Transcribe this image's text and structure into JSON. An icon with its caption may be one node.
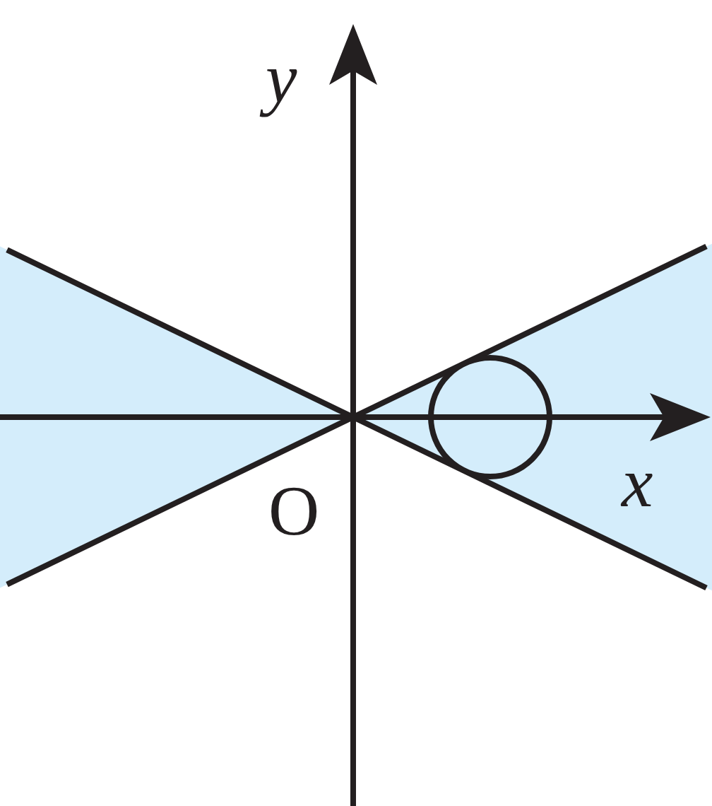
{
  "diagram": {
    "nodes": [
      {
        "text": [],
        "shape": "circle"
      }
    ],
    "labels": [
      "y",
      "O",
      "x"
    ]
  }
}
